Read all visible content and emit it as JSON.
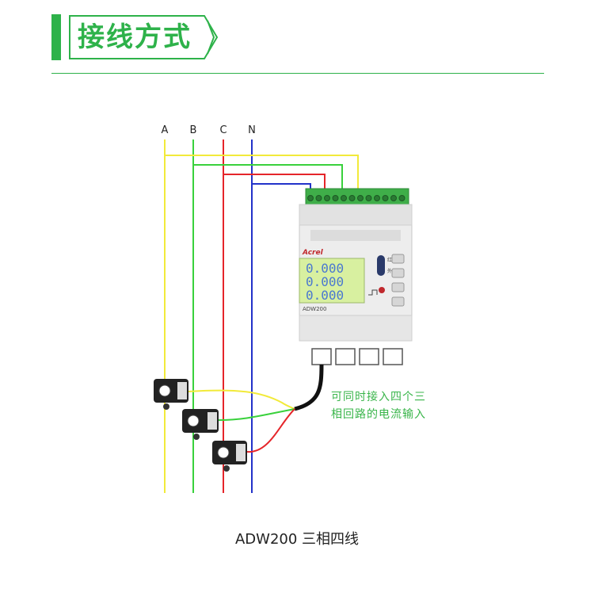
{
  "header": {
    "title": "接线方式"
  },
  "phases": [
    {
      "label": "A",
      "color": "#f2ea3a"
    },
    {
      "label": "B",
      "color": "#39d13c"
    },
    {
      "label": "C",
      "color": "#e5252a"
    },
    {
      "label": "N",
      "color": "#2232c9"
    }
  ],
  "device": {
    "logo": "Acrel",
    "model": "ADW200",
    "display_rows": [
      "0.000",
      "0.000",
      "0.000"
    ],
    "indicator_top": "红",
    "indicator_bottom": "外"
  },
  "note": {
    "line1": "可同时接入四个三",
    "line2": "相回路的电流输入"
  },
  "caption": "ADW200 三相四线"
}
